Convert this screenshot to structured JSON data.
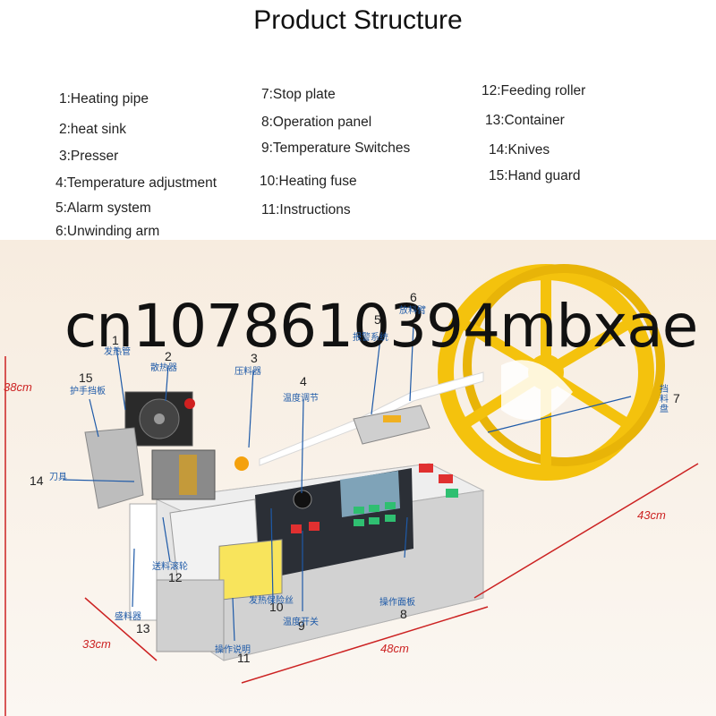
{
  "title": "Product Structure",
  "legend": [
    "1:Heating pipe",
    "2:heat sink",
    "3:Presser",
    "4:Temperature adjustment",
    "5:Alarm system",
    "6:Unwinding arm",
    "7:Stop plate",
    "8:Operation panel",
    "9:Temperature Switches",
    "10:Heating fuse",
    "11:Instructions",
    "12:Feeding roller",
    "13:Container",
    "14:Knives",
    "15:Hand guard"
  ],
  "callouts": [
    {
      "num": "1",
      "cn": "发热管"
    },
    {
      "num": "2",
      "cn": "散热器"
    },
    {
      "num": "3",
      "cn": "压料器"
    },
    {
      "num": "4",
      "cn": "温度调节"
    },
    {
      "num": "5",
      "cn": "报警系统"
    },
    {
      "num": "6",
      "cn": "放料臂"
    },
    {
      "num": "7",
      "cn": "挡料盘"
    },
    {
      "num": "8",
      "cn": "操作面板"
    },
    {
      "num": "9",
      "cn": "温度开关"
    },
    {
      "num": "10",
      "cn": "发热保险丝"
    },
    {
      "num": "11",
      "cn": "操作说明"
    },
    {
      "num": "12",
      "cn": "送料滚轮"
    },
    {
      "num": "13",
      "cn": "盛料器"
    },
    {
      "num": "14",
      "cn": "刀具"
    },
    {
      "num": "15",
      "cn": "护手挡板"
    }
  ],
  "dimensions": {
    "height": "38cm",
    "width": "48cm",
    "depth": "33cm",
    "reel": "43cm"
  },
  "watermark": "cn1078610394mbxae",
  "colors": {
    "reel": "#f4c20d",
    "body": "#d8d8d8",
    "dimension": "#cc2222",
    "callout_cn": "#1e5aa8"
  }
}
